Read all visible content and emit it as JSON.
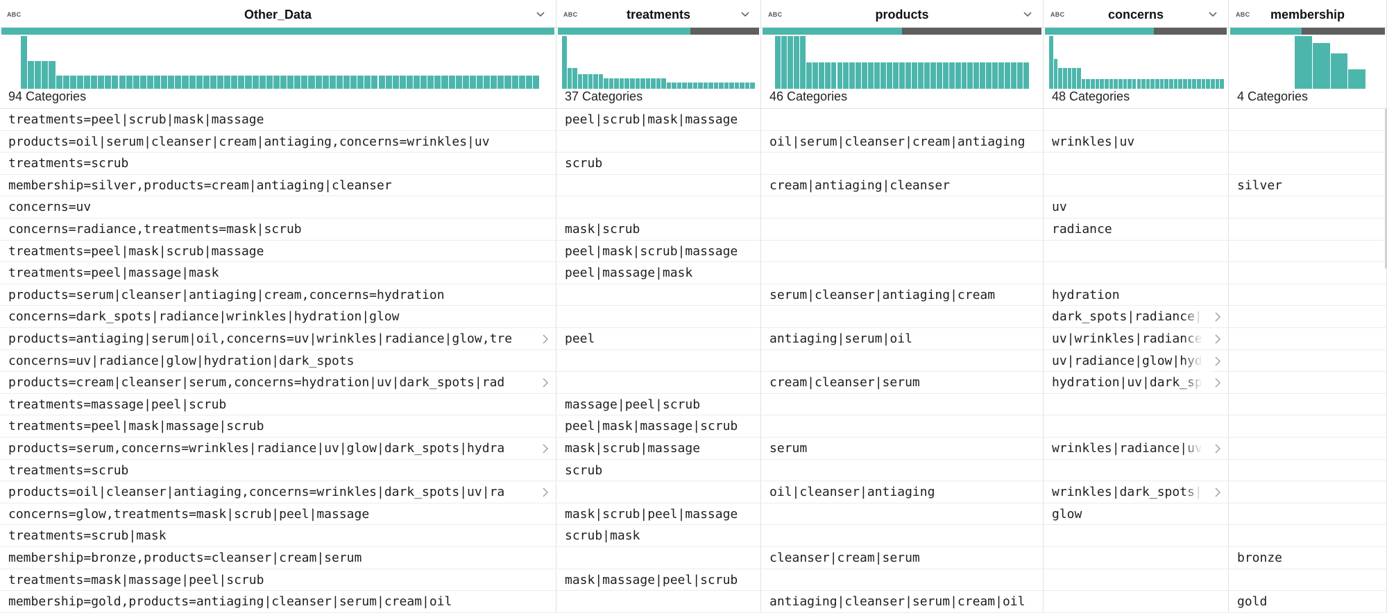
{
  "columns": [
    {
      "key": "other_data",
      "type": "ABC",
      "title": "Other_Data",
      "categories": "94 Categories",
      "fill": 1.0,
      "hist": [
        1.0,
        0.52,
        0.52,
        0.52,
        0.52,
        0.25,
        0.25,
        0.25,
        0.25,
        0.25,
        0.25,
        0.25,
        0.25,
        0.25,
        0.25,
        0.25,
        0.25,
        0.25,
        0.25,
        0.25,
        0.25,
        0.25,
        0.25,
        0.25,
        0.25,
        0.25,
        0.25,
        0.25,
        0.25,
        0.25,
        0.25,
        0.25,
        0.25,
        0.25,
        0.25,
        0.25,
        0.25,
        0.25,
        0.25,
        0.25,
        0.25,
        0.25,
        0.25,
        0.25,
        0.25,
        0.25,
        0.25,
        0.25,
        0.25,
        0.25,
        0.25,
        0.25,
        0.25,
        0.25,
        0.25,
        0.25,
        0.25,
        0.25,
        0.25,
        0.25,
        0.25,
        0.25,
        0.25,
        0.25,
        0.25,
        0.25,
        0.25,
        0.25,
        0.25,
        0.25,
        0.25,
        0.25,
        0.25,
        0.25
      ]
    },
    {
      "key": "treatments",
      "type": "ABC",
      "title": "treatments",
      "categories": "37 Categories",
      "fill": 0.66,
      "hist": [
        1.0,
        0.4,
        0.4,
        0.27,
        0.27,
        0.27,
        0.27,
        0.27,
        0.2,
        0.2,
        0.2,
        0.2,
        0.2,
        0.2,
        0.2,
        0.2,
        0.2,
        0.2,
        0.2,
        0.2,
        0.12,
        0.12,
        0.12,
        0.12,
        0.12,
        0.12,
        0.12,
        0.12,
        0.12,
        0.12,
        0.12,
        0.12,
        0.12,
        0.12,
        0.12,
        0.12,
        0.12
      ]
    },
    {
      "key": "products",
      "type": "ABC",
      "title": "products",
      "categories": "46 Categories",
      "fill": 0.5,
      "hist": [
        1.0,
        1.0,
        1.0,
        1.0,
        1.0,
        0.5,
        0.5,
        0.5,
        0.5,
        0.5,
        0.5,
        0.5,
        0.5,
        0.5,
        0.5,
        0.5,
        0.5,
        0.5,
        0.5,
        0.5,
        0.5,
        0.5,
        0.5,
        0.5,
        0.5,
        0.5,
        0.5,
        0.5,
        0.5,
        0.5,
        0.5,
        0.5,
        0.5,
        0.5,
        0.5,
        0.5,
        0.5,
        0.5,
        0.5,
        0.5,
        0.5
      ]
    },
    {
      "key": "concerns",
      "type": "ABC",
      "title": "concerns",
      "categories": "48 Categories",
      "fill": 0.6,
      "hist": [
        1.0,
        0.56,
        0.4,
        0.4,
        0.4,
        0.4,
        0.4,
        0.19,
        0.19,
        0.19,
        0.19,
        0.19,
        0.19,
        0.19,
        0.19,
        0.19,
        0.19,
        0.19,
        0.19,
        0.19,
        0.19,
        0.19,
        0.19,
        0.19,
        0.19,
        0.19,
        0.19,
        0.19,
        0.19,
        0.19,
        0.19,
        0.19,
        0.19,
        0.19,
        0.19,
        0.19,
        0.19,
        0.19
      ]
    },
    {
      "key": "membership",
      "type": "ABC",
      "title": "membership",
      "categories": "4 Categories",
      "fill": 0.46,
      "hist": [
        1.0,
        0.87,
        0.67,
        0.37
      ]
    }
  ],
  "rows": [
    {
      "other_data": "treatments=peel|scrub|mask|massage",
      "treatments": "peel|scrub|mask|massage",
      "products": "",
      "concerns": "",
      "membership": ""
    },
    {
      "other_data": "products=oil|serum|cleanser|cream|antiaging,concerns=wrinkles|uv",
      "treatments": "",
      "products": "oil|serum|cleanser|cream|antiaging",
      "concerns": "wrinkles|uv",
      "membership": ""
    },
    {
      "other_data": "treatments=scrub",
      "treatments": "scrub",
      "products": "",
      "concerns": "",
      "membership": ""
    },
    {
      "other_data": "membership=silver,products=cream|antiaging|cleanser",
      "treatments": "",
      "products": "cream|antiaging|cleanser",
      "concerns": "",
      "membership": "silver"
    },
    {
      "other_data": "concerns=uv",
      "treatments": "",
      "products": "",
      "concerns": "uv",
      "membership": ""
    },
    {
      "other_data": "concerns=radiance,treatments=mask|scrub",
      "treatments": "mask|scrub",
      "products": "",
      "concerns": "radiance",
      "membership": ""
    },
    {
      "other_data": "treatments=peel|mask|scrub|massage",
      "treatments": "peel|mask|scrub|massage",
      "products": "",
      "concerns": "",
      "membership": ""
    },
    {
      "other_data": "treatments=peel|massage|mask",
      "treatments": "peel|massage|mask",
      "products": "",
      "concerns": "",
      "membership": ""
    },
    {
      "other_data": "products=serum|cleanser|antiaging|cream,concerns=hydration",
      "treatments": "",
      "products": "serum|cleanser|antiaging|cream",
      "concerns": "hydration",
      "membership": ""
    },
    {
      "other_data": "concerns=dark_spots|radiance|wrinkles|hydration|glow",
      "treatments": "",
      "products": "",
      "concerns": "dark_spots|radiance|",
      "membership": "",
      "trunc": [
        "concerns"
      ]
    },
    {
      "other_data": "products=antiaging|serum|oil,concerns=uv|wrinkles|radiance|glow,tre",
      "treatments": "peel",
      "products": "antiaging|serum|oil",
      "concerns": "uv|wrinkles|radiance",
      "membership": "",
      "trunc": [
        "other_data",
        "concerns"
      ]
    },
    {
      "other_data": "concerns=uv|radiance|glow|hydration|dark_spots",
      "treatments": "",
      "products": "",
      "concerns": "uv|radiance|glow|hyd",
      "membership": "",
      "trunc": [
        "concerns"
      ]
    },
    {
      "other_data": "products=cream|cleanser|serum,concerns=hydration|uv|dark_spots|rad",
      "treatments": "",
      "products": "cream|cleanser|serum",
      "concerns": "hydration|uv|dark_sp",
      "membership": "",
      "trunc": [
        "other_data",
        "concerns"
      ]
    },
    {
      "other_data": "treatments=massage|peel|scrub",
      "treatments": "massage|peel|scrub",
      "products": "",
      "concerns": "",
      "membership": ""
    },
    {
      "other_data": "treatments=peel|mask|massage|scrub",
      "treatments": "peel|mask|massage|scrub",
      "products": "",
      "concerns": "",
      "membership": ""
    },
    {
      "other_data": "products=serum,concerns=wrinkles|radiance|uv|glow|dark_spots|hydra",
      "treatments": "mask|scrub|massage",
      "products": "serum",
      "concerns": "wrinkles|radiance|uv",
      "membership": "",
      "trunc": [
        "other_data",
        "concerns"
      ]
    },
    {
      "other_data": "treatments=scrub",
      "treatments": "scrub",
      "products": "",
      "concerns": "",
      "membership": ""
    },
    {
      "other_data": "products=oil|cleanser|antiaging,concerns=wrinkles|dark_spots|uv|ra",
      "treatments": "",
      "products": "oil|cleanser|antiaging",
      "concerns": "wrinkles|dark_spots|",
      "membership": "",
      "trunc": [
        "other_data",
        "concerns"
      ]
    },
    {
      "other_data": "concerns=glow,treatments=mask|scrub|peel|massage",
      "treatments": "mask|scrub|peel|massage",
      "products": "",
      "concerns": "glow",
      "membership": ""
    },
    {
      "other_data": "treatments=scrub|mask",
      "treatments": "scrub|mask",
      "products": "",
      "concerns": "",
      "membership": ""
    },
    {
      "other_data": "membership=bronze,products=cleanser|cream|serum",
      "treatments": "",
      "products": "cleanser|cream|serum",
      "concerns": "",
      "membership": "bronze"
    },
    {
      "other_data": "treatments=mask|massage|peel|scrub",
      "treatments": "mask|massage|peel|scrub",
      "products": "",
      "concerns": "",
      "membership": ""
    },
    {
      "other_data": "membership=gold,products=antiaging|cleanser|serum|cream|oil",
      "treatments": "",
      "products": "antiaging|cleanser|serum|cream|oil",
      "concerns": "",
      "membership": "gold"
    }
  ],
  "colors": {
    "accent": "#4db6ac",
    "track": "#5f5f5f"
  },
  "icons": {
    "header_menu": "chevron-down-icon",
    "cell_expand": "chevron-right-icon"
  }
}
